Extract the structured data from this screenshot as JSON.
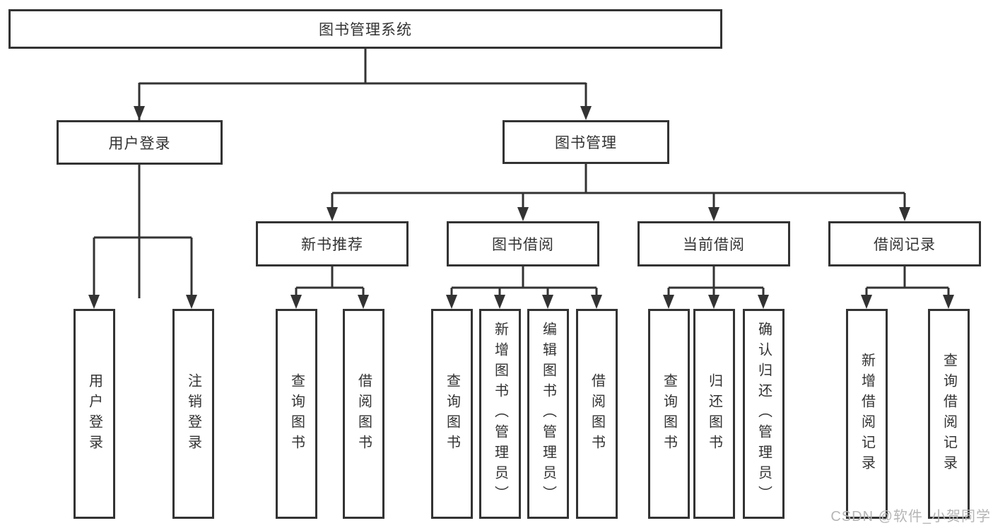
{
  "diagram": {
    "root": {
      "label": "图书管理系统"
    },
    "level2": [
      {
        "label": "用户登录"
      },
      {
        "label": "图书管理"
      }
    ],
    "level3": [
      {
        "label": "新书推荐"
      },
      {
        "label": "图书借阅"
      },
      {
        "label": "当前借阅"
      },
      {
        "label": "借阅记录"
      }
    ],
    "leaves": {
      "user_login": [
        "用户登录",
        "注销登录"
      ],
      "new_book": [
        "查询图书",
        "借阅图书"
      ],
      "book_borrow": [
        "查询图书",
        "新增图书（管理员）",
        "编辑图书（管理员）",
        "借阅图书"
      ],
      "current_borrow": [
        "查询图书",
        "归还图书",
        "确认归还（管理员）"
      ],
      "borrow_records": [
        "新增借阅记录",
        "查询借阅记录"
      ]
    }
  },
  "watermark": {
    "text": "CSDN @软件_小贺同学"
  },
  "colors": {
    "line": "#333333",
    "text": "#333333",
    "background": "#ffffff",
    "watermark": "#b5b5b5"
  }
}
